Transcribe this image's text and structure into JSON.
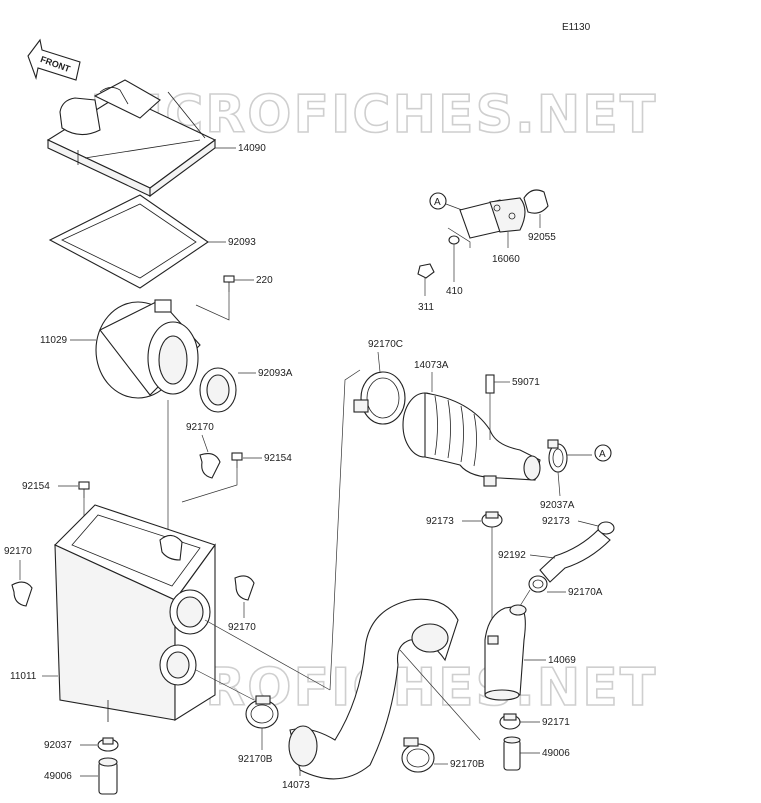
{
  "diagram": {
    "code": "E1130",
    "front_label": "FRONT",
    "watermark": "MICROFICHES.NET",
    "refs": {
      "a1": "A",
      "a2": "A"
    },
    "labels": {
      "p14090": "14090",
      "p92093": "92093",
      "p220": "220",
      "p11029": "11029",
      "p92093A": "92093A",
      "p92170_top": "92170",
      "p92154_r": "92154",
      "p92154_l": "92154",
      "p92170_l": "92170",
      "p92170_m": "92170",
      "p11011": "11011",
      "p92037": "92037",
      "p49006_l": "49006",
      "p92170B_l": "92170B",
      "p14073": "14073",
      "p92170B_r": "92170B",
      "p92170C": "92170C",
      "p14073A": "14073A",
      "p59071": "59071",
      "p92037A": "92037A",
      "p92173_l": "92173",
      "p92173_r": "92173",
      "p92192": "92192",
      "p92170A": "92170A",
      "p14069": "14069",
      "p92171": "92171",
      "p49006_r": "49006",
      "p92055": "92055",
      "p16060": "16060",
      "p311": "311",
      "p410": "410"
    }
  }
}
